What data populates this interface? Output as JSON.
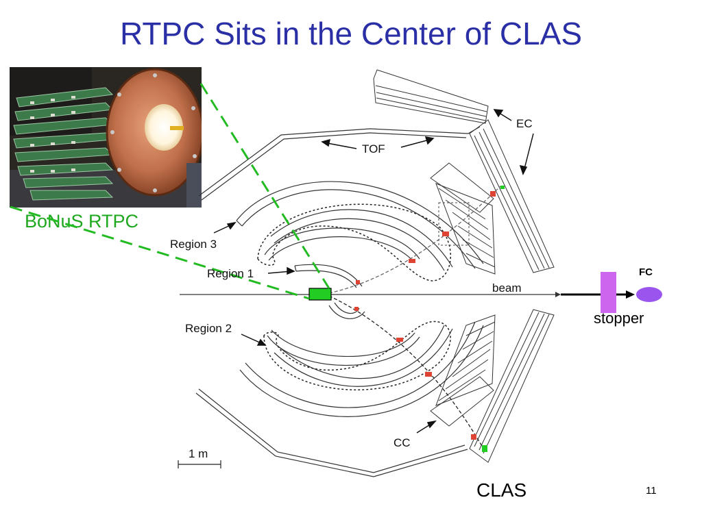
{
  "slide": {
    "title": "RTPC Sits in the Center of CLAS",
    "page_number": "11"
  },
  "photo": {
    "caption": "BoNuS RTPC"
  },
  "diagram": {
    "name": "CLAS",
    "labels": {
      "tof": "TOF",
      "ec": "EC",
      "region1": "Region 1",
      "region2": "Region 2",
      "region3": "Region 3",
      "cc": "CC",
      "beam": "beam",
      "scale": "1 m",
      "stopper": "stopper",
      "fc": "FC"
    },
    "colors": {
      "rtpc_marker": "#22cc22",
      "stopper": "#cc66ee",
      "fc": "#9955ee",
      "hit": "#dd4433",
      "callout_line": "#22bb22",
      "title": "#2b2fa6"
    }
  }
}
